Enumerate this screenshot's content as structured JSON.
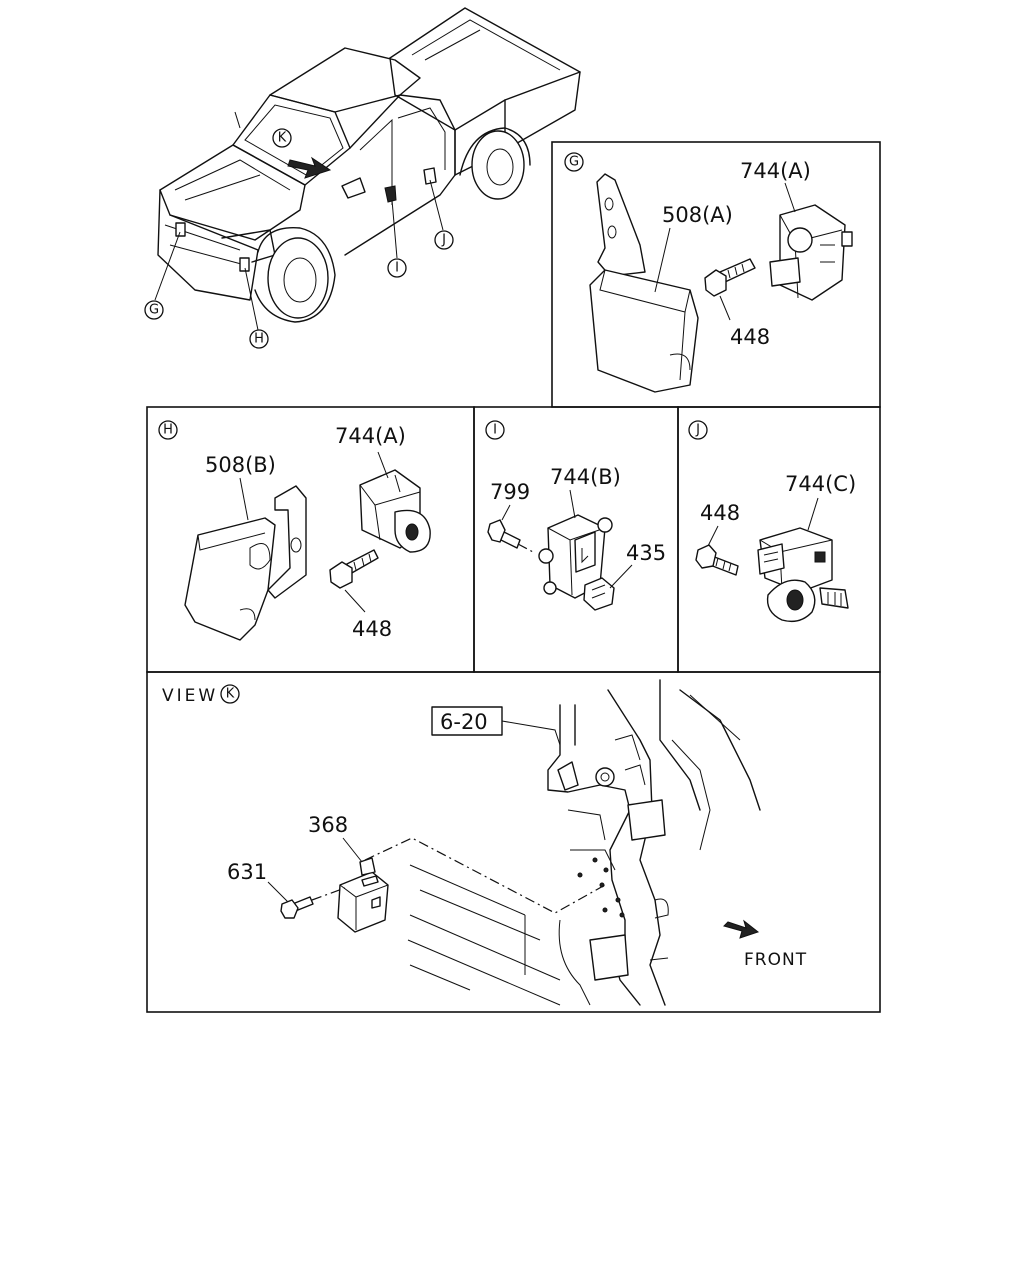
{
  "callouts": {
    "g": "G",
    "h": "H",
    "i": "I",
    "j": "J",
    "k": "K"
  },
  "panel_g": {
    "bracket": "508(A)",
    "sensor": "744(A)",
    "bolt": "448"
  },
  "panel_h": {
    "bracket": "508(B)",
    "sensor": "744(A)",
    "bolt": "448"
  },
  "panel_i": {
    "bolt": "799",
    "sensor": "744(B)",
    "connector": "435"
  },
  "panel_j": {
    "bolt": "448",
    "sensor": "744(C)"
  },
  "panel_k": {
    "view_prefix": "VIEW",
    "ref_box": "6-20",
    "module": "368",
    "bolt": "631",
    "front": "FRONT"
  }
}
